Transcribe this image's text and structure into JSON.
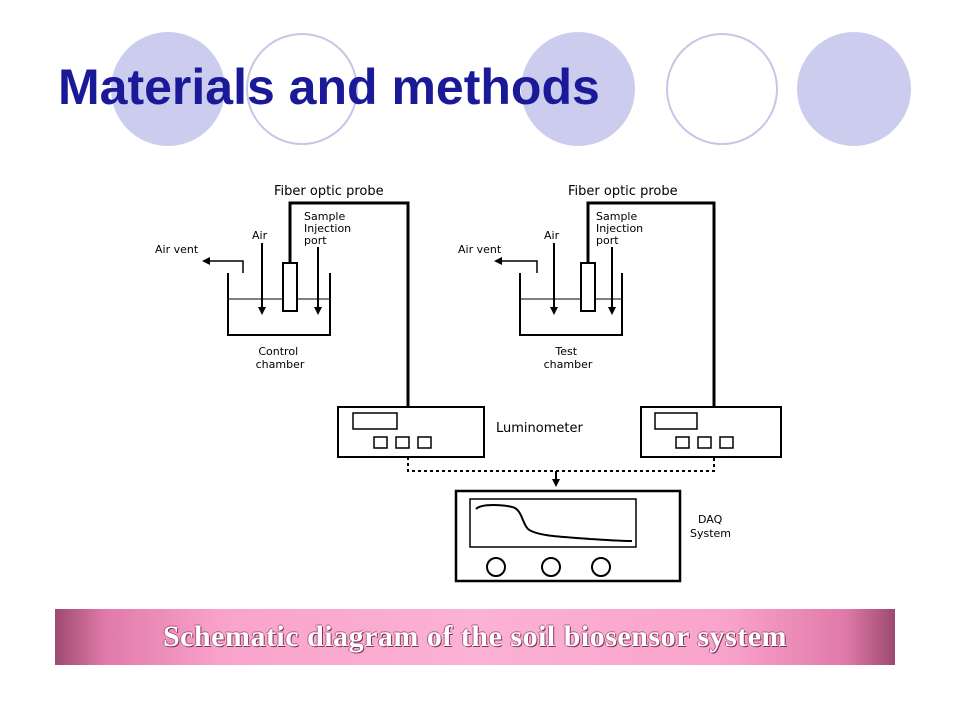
{
  "slide": {
    "title": "Materials and methods",
    "caption": "Schematic diagram of the soil biosensor system"
  },
  "diagram": {
    "left_unit": {
      "probe_label": "Fiber optic probe",
      "sample_label": [
        "Sample",
        "Injection",
        "port"
      ],
      "air_label": "Air",
      "air_vent_label": "Air vent",
      "chamber_label": [
        "Control",
        "chamber"
      ]
    },
    "right_unit": {
      "probe_label": "Fiber optic probe",
      "sample_label": [
        "Sample",
        "Injection",
        "port"
      ],
      "air_label": "Air",
      "air_vent_label": "Air vent",
      "chamber_label": [
        "Test",
        "chamber"
      ]
    },
    "luminometer_label": "Luminometer",
    "daq_label": [
      "DAQ",
      "System"
    ]
  },
  "colors": {
    "title": "#1a1a99",
    "circle_fill": "#ccccee",
    "circle_outline": "#bdbde0",
    "caption_bar": "#fbb2d4"
  }
}
